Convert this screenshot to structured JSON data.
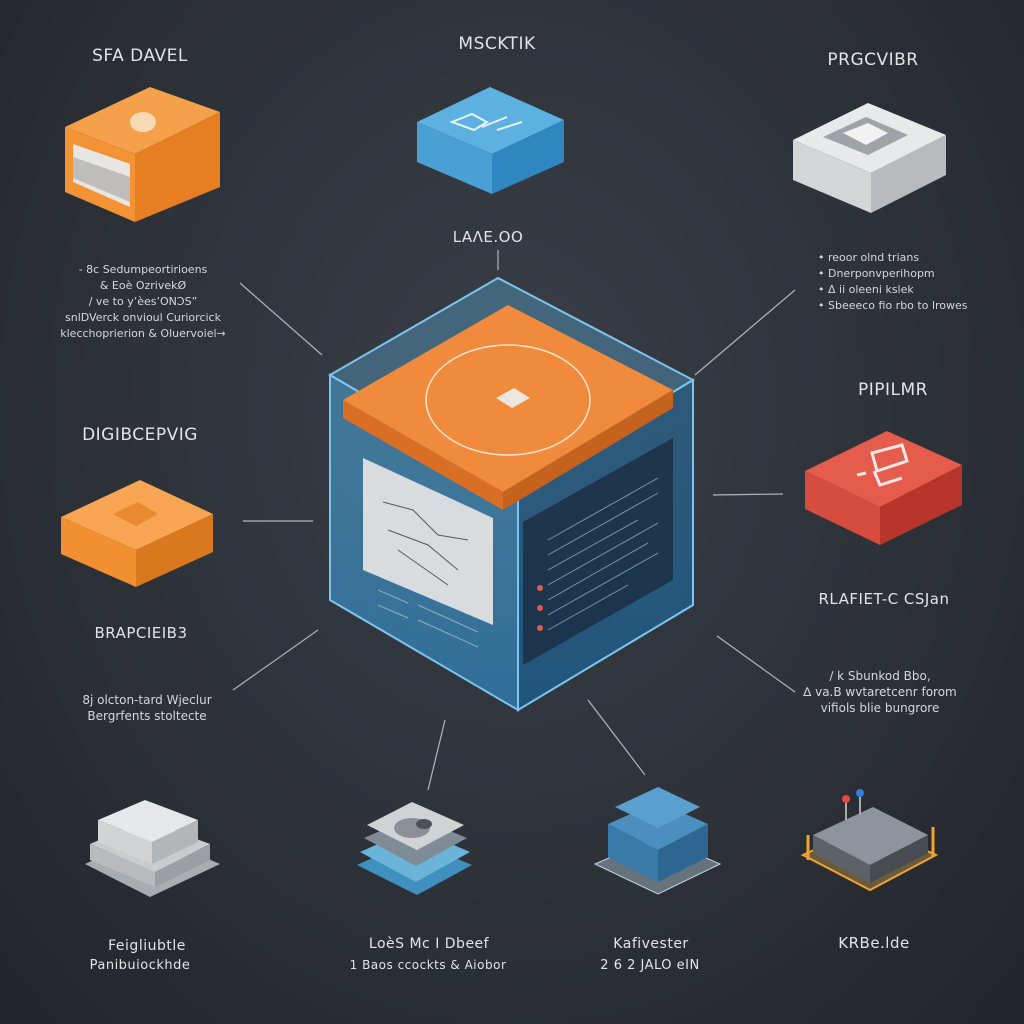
{
  "diagram": {
    "center": {
      "label": "LAΛE.OO",
      "color_top": "#f08a3c",
      "color_glass": "#4fa3d6"
    },
    "nodes": [
      {
        "id": "top-left",
        "title": "SFA DAVEL",
        "color": "#f0943a",
        "description": [
          "- 8c Sedumpeortirioens",
          "& Eoè OzrivekØ",
          "∕ ve to y’èes’ONƆS”",
          "snlDVerck onvioul Curiorcick",
          "klecchoprierion & Oluervoiel→"
        ]
      },
      {
        "id": "top-center",
        "title": "MSCKTIK",
        "color": "#4b9bd0",
        "description": []
      },
      {
        "id": "top-right",
        "title": "PRGCVIBR",
        "color": "#d7d9db",
        "description": [
          "• reoor olnd trians",
          "• Dnerponvperihopm",
          "• Δ ii oleeni kslek",
          "• Sbeeeco fio rbo to lrowes"
        ]
      },
      {
        "id": "mid-left",
        "title": "DIGIBCEPVIG",
        "color": "#f0943a",
        "subtitle": "BRAPCIEIB3",
        "description": [
          "8j olcton-tard Wjeclur",
          "Bergrfents stoltecte"
        ]
      },
      {
        "id": "mid-right",
        "title": "PIPILMR",
        "color": "#dc5447",
        "subtitle": "RLAFIET-C CSJan",
        "description": [
          "∕ k Sbunkod Bbo,",
          "∆ va.B wvtaretcenr forom",
          "vifiols blie bungrore"
        ]
      },
      {
        "id": "bottom-1",
        "title": "Feigliubtle",
        "subtitle": "Panibuiockhde",
        "color": "#c8cacd"
      },
      {
        "id": "bottom-2",
        "title": "LoèS Mc I Dbeef",
        "subtitle": "1 Baos ccockts & Aiobor",
        "color": "#5aa2c8"
      },
      {
        "id": "bottom-3",
        "title": "Kafivester",
        "subtitle": "2 6 2 JALO eIN",
        "color": "#3e79a6"
      },
      {
        "id": "bottom-4",
        "title": "KRBe.lde",
        "color": "#e39a2a"
      }
    ]
  }
}
